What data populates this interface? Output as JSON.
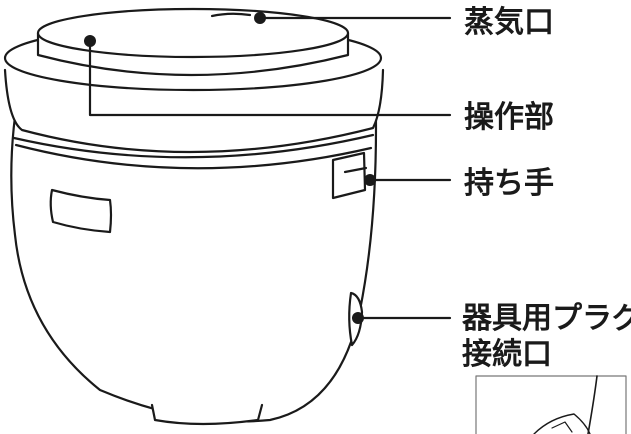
{
  "labels": {
    "steam_vent": "蒸気口",
    "control_panel": "操作部",
    "handle": "持ち手",
    "plug_port_line1": "器具用プラグ",
    "plug_port_line2": "接続口"
  },
  "colors": {
    "line": "#1a1a1a",
    "background": "#ffffff"
  }
}
